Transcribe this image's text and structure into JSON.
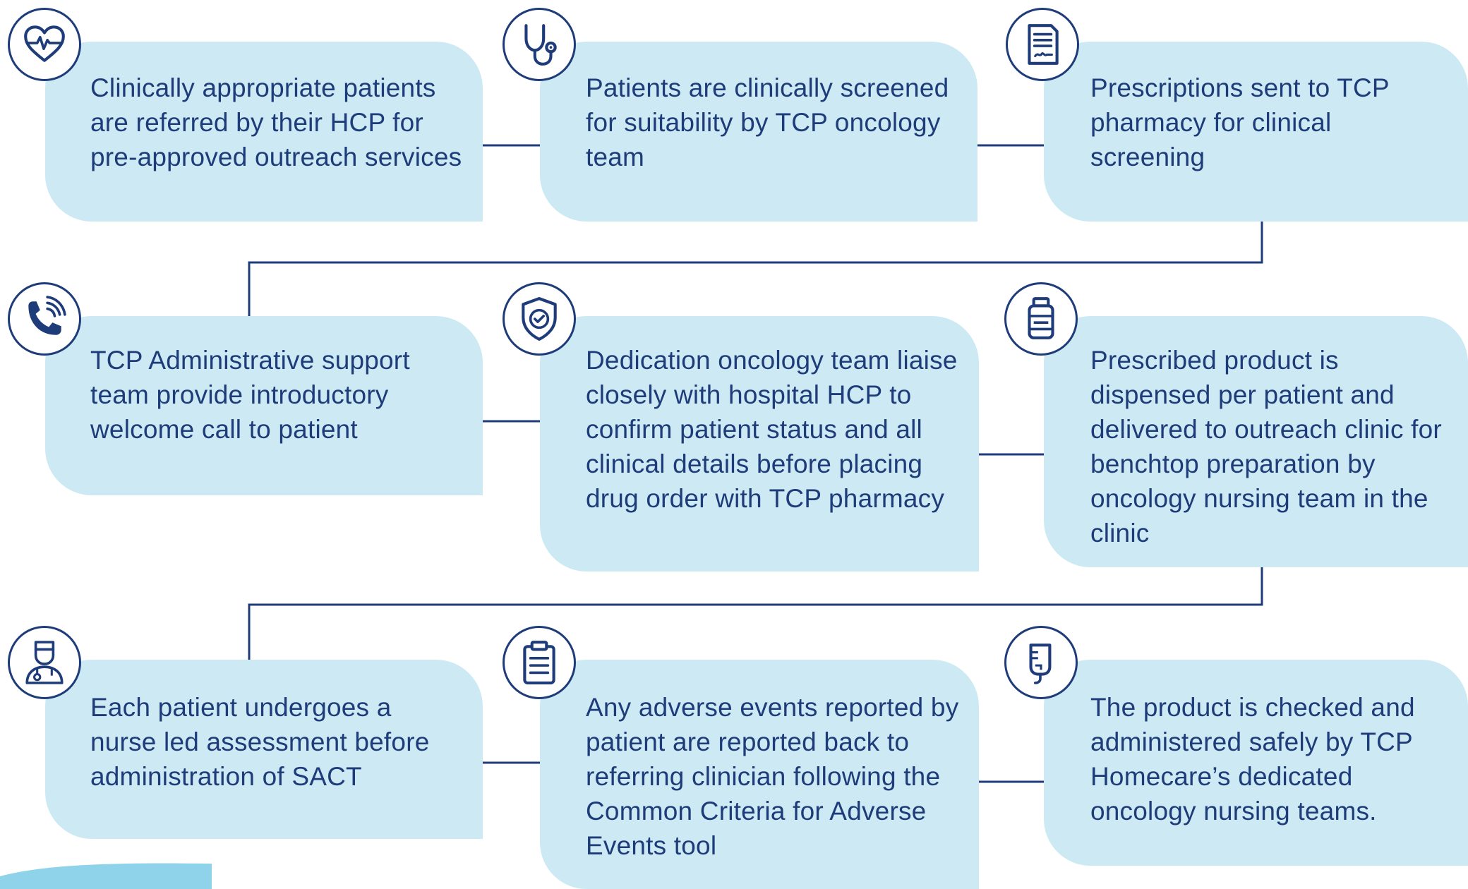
{
  "colors": {
    "box_fill": "#cdeaf4",
    "ink": "#1f3c7a",
    "wave": "#8fd3ea"
  },
  "steps": [
    {
      "icon": "heart-monitor-icon",
      "text": "Clinically appropriate patients are referred by their HCP for pre-approved outreach services"
    },
    {
      "icon": "stethoscope-icon",
      "text": "Patients are clinically screened for suitability by TCP oncology team"
    },
    {
      "icon": "prescription-document-icon",
      "text": "Prescriptions sent to TCP pharmacy for clinical screening"
    },
    {
      "icon": "phone-call-icon",
      "text": "TCP Administrative support team provide introductory welcome call to patient"
    },
    {
      "icon": "shield-check-icon",
      "text": "Dedication oncology team liaise closely with hospital HCP to confirm patient status and all clinical details before placing drug order with TCP pharmacy"
    },
    {
      "icon": "medicine-bottle-icon",
      "text": "Prescribed product is dispensed per patient and delivered to outreach clinic for benchtop preparation by oncology nursing team in the clinic"
    },
    {
      "icon": "nurse-icon",
      "text": "Each patient undergoes a nurse led assessment before administration of SACT"
    },
    {
      "icon": "clipboard-icon",
      "text": "Any adverse events reported by patient are reported back to referring clinician following the Common Criteria for Adverse Events tool"
    },
    {
      "icon": "iv-drip-bag-icon",
      "text": "The product is checked and administered safely by TCP Homecare’s dedicated oncology nursing teams."
    }
  ]
}
